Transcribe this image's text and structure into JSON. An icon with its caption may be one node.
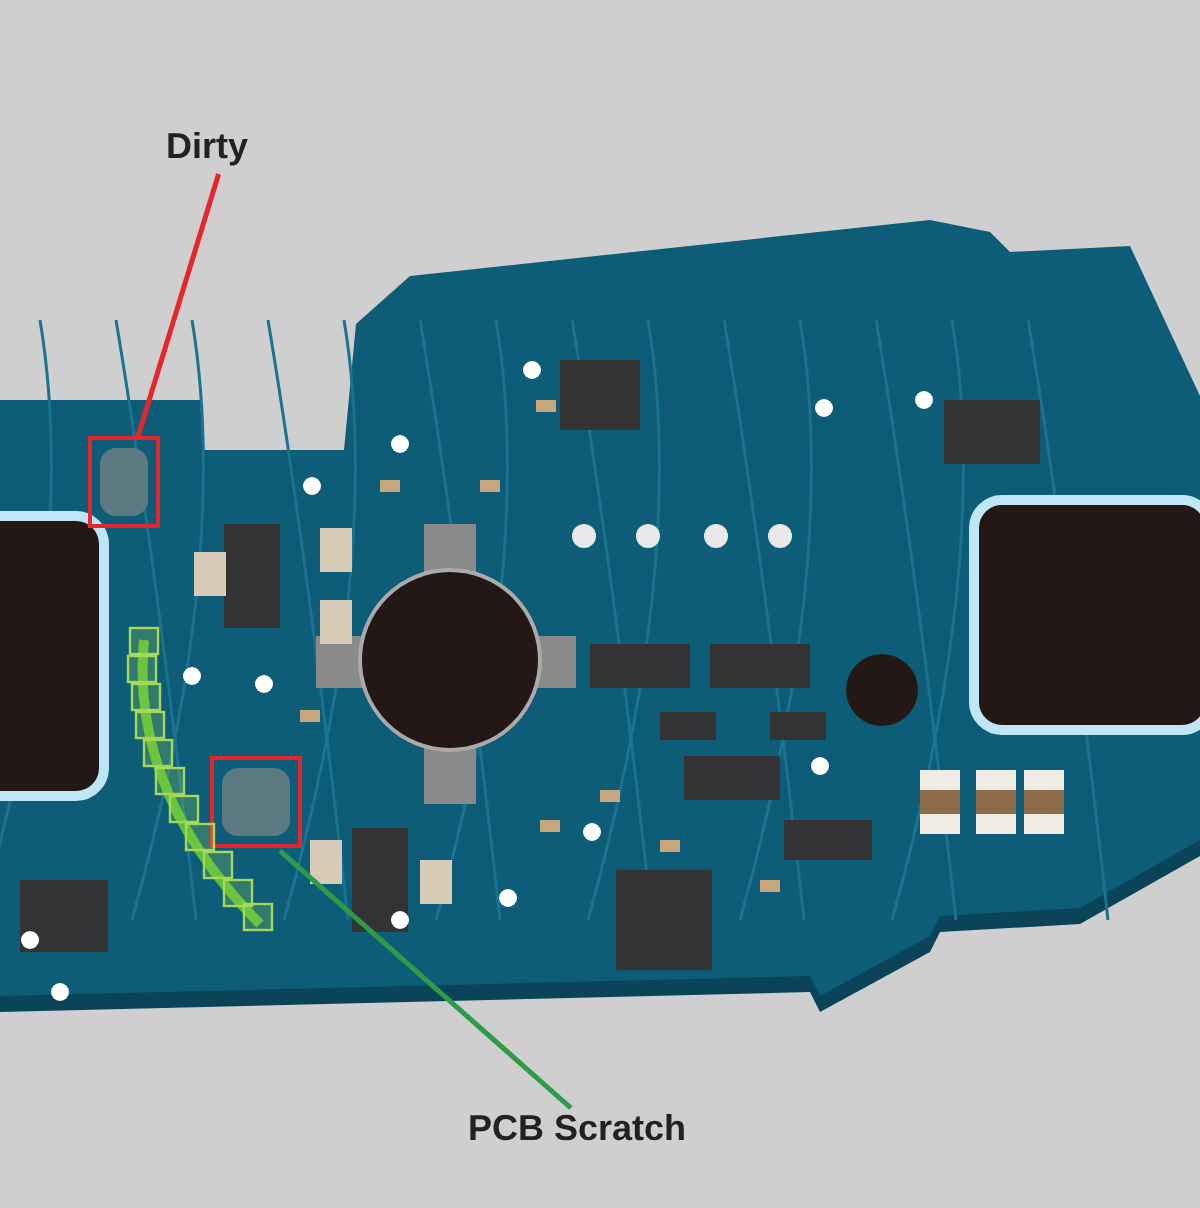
{
  "diagram": {
    "nodes": [
      {
        "text": [
          "Dirty"
        ]
      },
      {
        "text": [],
        "shape": "box"
      },
      {
        "text": [],
        "shape": "box"
      },
      {
        "text": [],
        "shape": "picture"
      },
      {
        "text": [
          "PCB Scratch"
        ]
      }
    ],
    "edges": [
      {
        "from": 0,
        "to": 1,
        "arrow": "none",
        "color": "#e5262d"
      },
      {
        "from": 4,
        "to": 3,
        "arrow": "none",
        "color": "#2e9b47"
      }
    ]
  }
}
